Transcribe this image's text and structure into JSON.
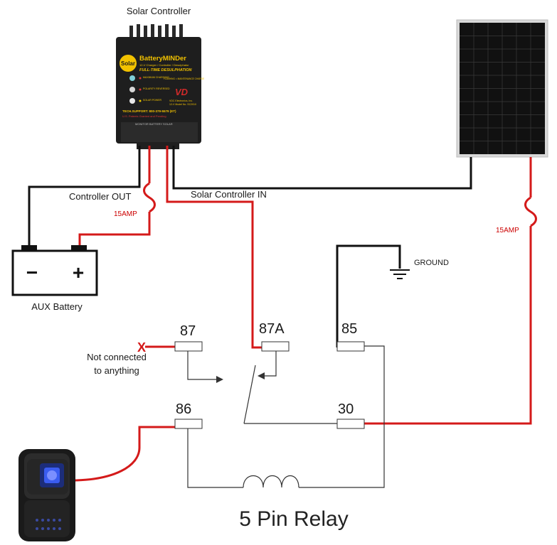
{
  "labels": {
    "solar_controller": "Solar Controller",
    "controller_out": "Controller OUT",
    "solar_controller_in": "Solar Controller IN",
    "fuse_left": "15AMP",
    "fuse_right": "15AMP",
    "aux_battery": "AUX Battery",
    "ground": "GROUND",
    "not_connected_1": "Not connected",
    "not_connected_2": "to anything",
    "x_mark": "X",
    "relay_title": "5 Pin Relay"
  },
  "battery": {
    "minus": "−",
    "plus": "+"
  },
  "pins": {
    "p87": "87",
    "p87a": "87A",
    "p85": "85",
    "p86": "86",
    "p30": "30"
  },
  "controller": {
    "brand": "BatteryMINDer",
    "badge": "Solar",
    "subtitle": "12-V Charger / Controller / Desulphator",
    "tagline": "FULL-TIME DESULPHATION",
    "led1": "MAXIMUM CHARGING",
    "led2": "POLARITY REVERSED",
    "led3": "SOLAR POWER",
    "flash": "FLASHING = MAINTENANCE CHARGE",
    "maker": "VDC Electronics, Inc.",
    "model": "12-V Model No. SC2010",
    "support": "TECH.SUPPORT: 800-379-5579 (ET)",
    "patents": "U.S. Patents Granted and Pending",
    "bottom": "MONITOR BATTERY SOLAR"
  },
  "colors": {
    "wire_red": "#d41a1a",
    "wire_black": "#111111",
    "fuse_label": "#cc0000"
  }
}
